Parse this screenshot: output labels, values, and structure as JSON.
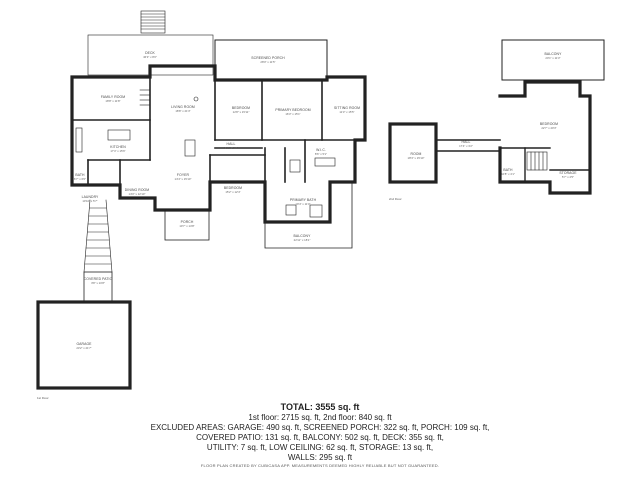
{
  "rooms": {
    "deck": {
      "name": "DECK",
      "dims": "46'3\" x 8'0\""
    },
    "screened_porch": {
      "name": "SCREENED PORCH",
      "dims": "28'0\" x 11'5\""
    },
    "family_room": {
      "name": "FAMILY ROOM",
      "dims": "18'8\" x 11'8\""
    },
    "living_room": {
      "name": "LIVING ROOM",
      "dims": "18'8\" x 21'3\""
    },
    "bedroom_1": {
      "name": "BEDROOM",
      "dims": "12'8\" x 15'11\""
    },
    "primary_bedroom": {
      "name": "PRIMARY BEDROOM",
      "dims": "16'3\" x 15'1\""
    },
    "sitting_room": {
      "name": "SITTING ROOM",
      "dims": "11'3\" x 15'5\""
    },
    "kitchen": {
      "name": "KITCHEN",
      "dims": "17'4\" x 15'6\""
    },
    "hall": {
      "name": "HALL",
      "dims": "30'1\" x 3'8\""
    },
    "wic": {
      "name": "W.I.C.",
      "dims": "8'6\" x 5'1\""
    },
    "bath_1": {
      "name": "BATH",
      "dims": "6'7\" x 6'0\""
    },
    "laundry": {
      "name": "LAUNDRY",
      "dims": "10'10\" x 5'7\""
    },
    "dining_room": {
      "name": "DINING ROOM",
      "dims": "14'0\" x 12'10\""
    },
    "foyer": {
      "name": "FOYER",
      "dims": "14'4\" x 15'10\""
    },
    "bedroom_2": {
      "name": "BEDROOM",
      "dims": "15'2\" x 12'4\""
    },
    "primary_bath": {
      "name": "PRIMARY BATH",
      "dims": "19'4\" x 11'0\""
    },
    "balcony_1": {
      "name": "BALCONY",
      "dims": "22'11\" x 18'1\""
    },
    "porch": {
      "name": "PORCH",
      "dims": "10'7\" x 14'8\""
    },
    "covered_patio": {
      "name": "COVERED PATIO",
      "dims": "3'8\" x 10'8\""
    },
    "garage": {
      "name": "GARAGE",
      "dims": "23'2\" x 21'7\""
    },
    "balcony_2": {
      "name": "BALCONY",
      "dims": "20'1\" x 11'3\""
    },
    "bedroom_3": {
      "name": "BEDROOM",
      "dims": "22'7\" x 20'3\""
    },
    "room": {
      "name": "ROOM",
      "dims": "18'3\" x 15'10\""
    },
    "hall_2": {
      "name": "HALL",
      "dims": "17'4\" x 3'2\""
    },
    "bath_2": {
      "name": "BATH",
      "dims": "10'8\" x 4'1\""
    },
    "storage": {
      "name": "STORAGE",
      "dims": "5'7\" x 2'5\""
    }
  },
  "floors": {
    "first": "1st Floor",
    "second": "2nd Floor"
  },
  "summary": {
    "total": "TOTAL: 3555 sq. ft",
    "line1": "1st floor: 2715 sq. ft, 2nd floor: 840 sq. ft",
    "line2": "EXCLUDED AREAS: GARAGE: 490 sq. ft, SCREENED PORCH: 322 sq. ft, PORCH: 109 sq. ft,",
    "line3": "COVERED PATIO: 131 sq. ft, BALCONY: 502 sq. ft, DECK: 355 sq. ft,",
    "line4": "UTILITY: 7 sq. ft, LOW CEILING: 62 sq. ft, STORAGE: 13 sq. ft,",
    "line5": "WALLS: 295 sq. ft",
    "credit": "FLOOR PLAN CREATED BY CUBICASA APP. MEASUREMENTS DEEMED HIGHLY RELIABLE BUT NOT GUARANTEED."
  }
}
